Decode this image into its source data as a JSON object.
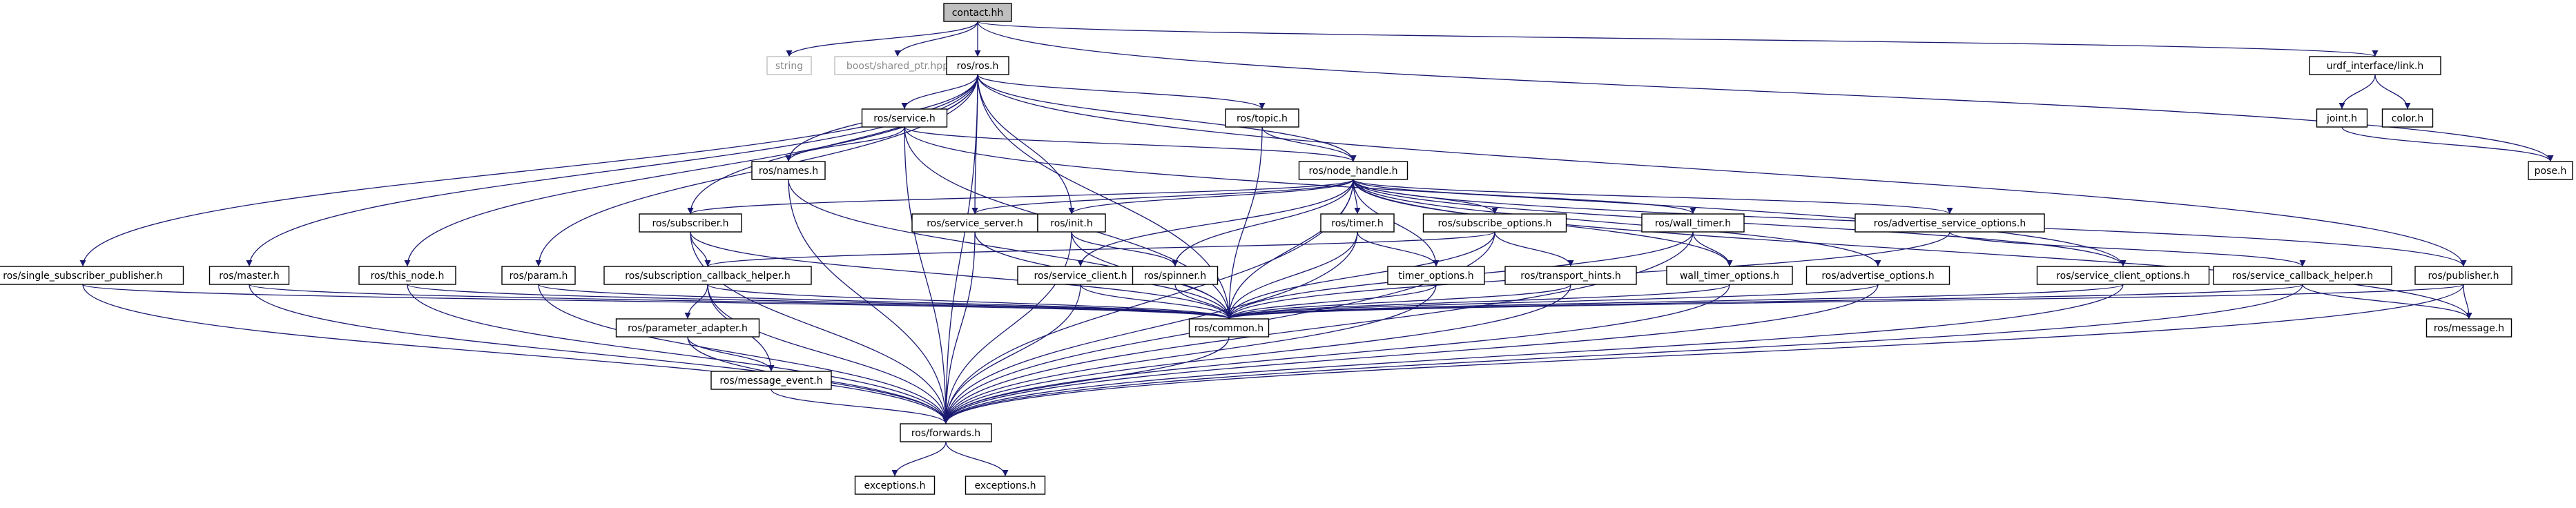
{
  "diagram": {
    "colors": {
      "edge": "#191970",
      "root_fill": "#bfbfbf",
      "external_border": "#bfbfbf"
    },
    "nodes": [
      {
        "id": "contact",
        "label": "contact.hh",
        "kind": "root"
      },
      {
        "id": "string",
        "label": "string",
        "kind": "external"
      },
      {
        "id": "shared_ptr",
        "label": "boost/shared_ptr.hpp",
        "kind": "external"
      },
      {
        "id": "ros",
        "label": "ros/ros.h"
      },
      {
        "id": "urdf_link",
        "label": "urdf_interface/link.h"
      },
      {
        "id": "pose",
        "label": "pose.h"
      },
      {
        "id": "joint",
        "label": "joint.h"
      },
      {
        "id": "color",
        "label": "color.h"
      },
      {
        "id": "service",
        "label": "ros/service.h"
      },
      {
        "id": "topic",
        "label": "ros/topic.h"
      },
      {
        "id": "names",
        "label": "ros/names.h"
      },
      {
        "id": "node_handle",
        "label": "ros/node_handle.h"
      },
      {
        "id": "subscriber",
        "label": "ros/subscriber.h"
      },
      {
        "id": "service_server",
        "label": "ros/service_server.h"
      },
      {
        "id": "init",
        "label": "ros/init.h"
      },
      {
        "id": "timer",
        "label": "ros/timer.h"
      },
      {
        "id": "subscribe_options",
        "label": "ros/subscribe_options.h"
      },
      {
        "id": "wall_timer",
        "label": "ros/wall_timer.h"
      },
      {
        "id": "advertise_service_options",
        "label": "ros/advertise_service_options.h"
      },
      {
        "id": "single_subscriber_publisher",
        "label": "ros/single_subscriber_publisher.h"
      },
      {
        "id": "master",
        "label": "ros/master.h"
      },
      {
        "id": "this_node",
        "label": "ros/this_node.h"
      },
      {
        "id": "param",
        "label": "ros/param.h"
      },
      {
        "id": "subscription_callback_helper",
        "label": "ros/subscription_callback_helper.h"
      },
      {
        "id": "service_client",
        "label": "ros/service_client.h"
      },
      {
        "id": "spinner",
        "label": "ros/spinner.h"
      },
      {
        "id": "timer_options",
        "label": "timer_options.h"
      },
      {
        "id": "transport_hints",
        "label": "ros/transport_hints.h"
      },
      {
        "id": "wall_timer_options",
        "label": "wall_timer_options.h"
      },
      {
        "id": "advertise_options",
        "label": "ros/advertise_options.h"
      },
      {
        "id": "service_client_options",
        "label": "ros/service_client_options.h"
      },
      {
        "id": "service_callback_helper",
        "label": "ros/service_callback_helper.h"
      },
      {
        "id": "publisher",
        "label": "ros/publisher.h"
      },
      {
        "id": "parameter_adapter",
        "label": "ros/parameter_adapter.h"
      },
      {
        "id": "common",
        "label": "ros/common.h"
      },
      {
        "id": "message",
        "label": "ros/message.h"
      },
      {
        "id": "message_event",
        "label": "ros/message_event.h"
      },
      {
        "id": "forwards",
        "label": "ros/forwards.h"
      },
      {
        "id": "exceptions_a",
        "label": "exceptions.h"
      },
      {
        "id": "exceptions_b",
        "label": "exceptions.h"
      }
    ],
    "edges": [
      [
        "contact",
        "string"
      ],
      [
        "contact",
        "shared_ptr"
      ],
      [
        "contact",
        "ros"
      ],
      [
        "contact",
        "urdf_link"
      ],
      [
        "contact",
        "pose"
      ],
      [
        "urdf_link",
        "joint"
      ],
      [
        "urdf_link",
        "color"
      ],
      [
        "joint",
        "pose"
      ],
      [
        "ros",
        "service"
      ],
      [
        "ros",
        "topic"
      ],
      [
        "ros",
        "names"
      ],
      [
        "ros",
        "node_handle"
      ],
      [
        "ros",
        "subscriber"
      ],
      [
        "ros",
        "service_server"
      ],
      [
        "ros",
        "init"
      ],
      [
        "ros",
        "single_subscriber_publisher"
      ],
      [
        "ros",
        "master"
      ],
      [
        "ros",
        "this_node"
      ],
      [
        "ros",
        "param"
      ],
      [
        "ros",
        "publisher"
      ],
      [
        "ros",
        "common"
      ],
      [
        "ros",
        "forwards"
      ],
      [
        "service",
        "names"
      ],
      [
        "service",
        "node_handle"
      ],
      [
        "service",
        "common"
      ],
      [
        "service",
        "forwards"
      ],
      [
        "service",
        "service_client_options"
      ],
      [
        "topic",
        "node_handle"
      ],
      [
        "topic",
        "common"
      ],
      [
        "names",
        "forwards"
      ],
      [
        "names",
        "common"
      ],
      [
        "node_handle",
        "subscriber"
      ],
      [
        "node_handle",
        "service_server"
      ],
      [
        "node_handle",
        "init"
      ],
      [
        "node_handle",
        "timer"
      ],
      [
        "node_handle",
        "subscribe_options"
      ],
      [
        "node_handle",
        "wall_timer"
      ],
      [
        "node_handle",
        "advertise_service_options"
      ],
      [
        "node_handle",
        "service_client"
      ],
      [
        "node_handle",
        "spinner"
      ],
      [
        "node_handle",
        "timer_options"
      ],
      [
        "node_handle",
        "wall_timer_options"
      ],
      [
        "node_handle",
        "advertise_options"
      ],
      [
        "node_handle",
        "service_client_options"
      ],
      [
        "node_handle",
        "publisher"
      ],
      [
        "node_handle",
        "common"
      ],
      [
        "node_handle",
        "forwards"
      ],
      [
        "node_handle",
        "message"
      ],
      [
        "subscriber",
        "subscription_callback_helper"
      ],
      [
        "subscriber",
        "common"
      ],
      [
        "subscriber",
        "forwards"
      ],
      [
        "service_server",
        "common"
      ],
      [
        "service_server",
        "forwards"
      ],
      [
        "init",
        "spinner"
      ],
      [
        "init",
        "common"
      ],
      [
        "init",
        "forwards"
      ],
      [
        "timer",
        "timer_options"
      ],
      [
        "timer",
        "common"
      ],
      [
        "timer",
        "forwards"
      ],
      [
        "subscribe_options",
        "transport_hints"
      ],
      [
        "subscribe_options",
        "subscription_callback_helper"
      ],
      [
        "subscribe_options",
        "common"
      ],
      [
        "subscribe_options",
        "forwards"
      ],
      [
        "wall_timer",
        "wall_timer_options"
      ],
      [
        "wall_timer",
        "common"
      ],
      [
        "wall_timer",
        "forwards"
      ],
      [
        "advertise_service_options",
        "service_callback_helper"
      ],
      [
        "advertise_service_options",
        "common"
      ],
      [
        "single_subscriber_publisher",
        "forwards"
      ],
      [
        "single_subscriber_publisher",
        "common"
      ],
      [
        "master",
        "forwards"
      ],
      [
        "master",
        "common"
      ],
      [
        "this_node",
        "forwards"
      ],
      [
        "this_node",
        "common"
      ],
      [
        "param",
        "forwards"
      ],
      [
        "param",
        "common"
      ],
      [
        "subscription_callback_helper",
        "parameter_adapter"
      ],
      [
        "subscription_callback_helper",
        "message_event"
      ],
      [
        "subscription_callback_helper",
        "forwards"
      ],
      [
        "subscription_callback_helper",
        "common"
      ],
      [
        "service_client",
        "common"
      ],
      [
        "service_client",
        "forwards"
      ],
      [
        "spinner",
        "common"
      ],
      [
        "timer_options",
        "common"
      ],
      [
        "timer_options",
        "forwards"
      ],
      [
        "transport_hints",
        "common"
      ],
      [
        "transport_hints",
        "forwards"
      ],
      [
        "wall_timer_options",
        "common"
      ],
      [
        "wall_timer_options",
        "forwards"
      ],
      [
        "advertise_options",
        "common"
      ],
      [
        "advertise_options",
        "forwards"
      ],
      [
        "service_client_options",
        "common"
      ],
      [
        "service_client_options",
        "forwards"
      ],
      [
        "service_callback_helper",
        "common"
      ],
      [
        "service_callback_helper",
        "forwards"
      ],
      [
        "service_callback_helper",
        "message"
      ],
      [
        "publisher",
        "common"
      ],
      [
        "publisher",
        "message"
      ],
      [
        "publisher",
        "forwards"
      ],
      [
        "parameter_adapter",
        "message_event"
      ],
      [
        "parameter_adapter",
        "forwards"
      ],
      [
        "message_event",
        "forwards"
      ],
      [
        "common",
        "forwards"
      ],
      [
        "forwards",
        "exceptions_a"
      ],
      [
        "forwards",
        "exceptions_b"
      ]
    ]
  }
}
